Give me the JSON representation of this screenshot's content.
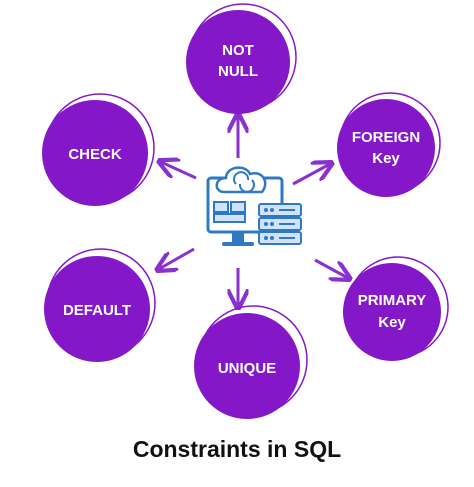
{
  "caption": "Constraints in SQL",
  "colors": {
    "node_fill": "#8418c8",
    "node_outline": "#8418c8",
    "arrow": "#8a2fd0",
    "label": "#ffffff",
    "caption": "#111111",
    "hub_accent": "#2f78c4",
    "hub_light": "#cfe2f6"
  },
  "hub": {
    "icon": "cloud-sync-server-monitor-icon"
  },
  "nodes": [
    {
      "id": "not-null",
      "lines": [
        "NOT",
        "NULL"
      ]
    },
    {
      "id": "foreign-key",
      "lines": [
        "FOREIGN",
        "Key"
      ]
    },
    {
      "id": "primary-key",
      "lines": [
        "PRIMARY",
        "Key"
      ]
    },
    {
      "id": "unique",
      "lines": [
        "UNIQUE"
      ]
    },
    {
      "id": "default",
      "lines": [
        "DEFAULT"
      ]
    },
    {
      "id": "check",
      "lines": [
        "CHECK"
      ]
    }
  ]
}
